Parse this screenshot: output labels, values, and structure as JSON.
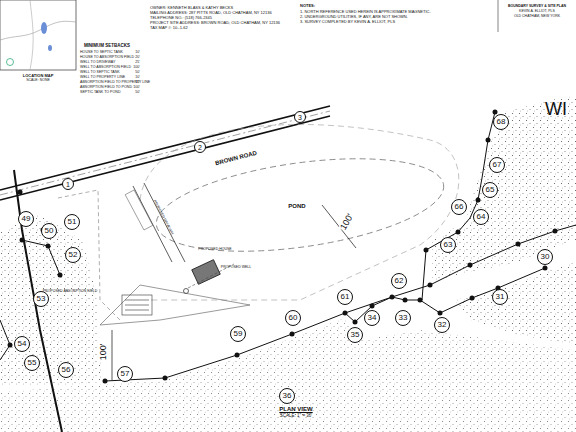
{
  "diagram": {
    "caption": "PLAN VIEW",
    "nodes": [
      {
        "text": [
          "1"
        ]
      },
      {
        "text": [
          "2"
        ]
      },
      {
        "text": [
          "3"
        ]
      },
      {
        "text": [
          "68"
        ]
      },
      {
        "text": [
          "67"
        ]
      },
      {
        "text": [
          "65"
        ]
      },
      {
        "text": [
          "66"
        ]
      },
      {
        "text": [
          "64"
        ]
      },
      {
        "text": [
          "63"
        ]
      },
      {
        "text": [
          "62"
        ]
      },
      {
        "text": [
          "61"
        ]
      },
      {
        "text": [
          "60"
        ]
      },
      {
        "text": [
          "59"
        ]
      },
      {
        "text": [
          "57"
        ]
      },
      {
        "text": [
          "56"
        ]
      },
      {
        "text": [
          "55"
        ]
      },
      {
        "text": [
          "54"
        ]
      },
      {
        "text": [
          "53"
        ]
      },
      {
        "text": [
          "52"
        ]
      },
      {
        "text": [
          "51"
        ]
      },
      {
        "text": [
          "50"
        ]
      },
      {
        "text": [
          "49"
        ]
      },
      {
        "text": [
          "35"
        ]
      },
      {
        "text": [
          "34"
        ]
      },
      {
        "text": [
          "33"
        ]
      },
      {
        "text": [
          "32"
        ]
      },
      {
        "text": [
          "31"
        ]
      },
      {
        "text": [
          "30"
        ]
      },
      {
        "text": [
          "36"
        ]
      }
    ],
    "labels": [
      "LOCATION MAP",
      "SCALE: NONE",
      "OWNER: KENNETH BLASS & KATHY BECKS",
      "MAILING ADDRESS: 287 PITTS ROAD, OLD CHATHAM, NY 12136",
      "TELEPHONE NO.: (518) 766-2345",
      "PROJECT SITE ADDRESS: BROWN ROAD, OLD CHATHAM, NY 12136",
      "TAX MAP #: 10.-1-62",
      "NOTES:",
      "1. NORTH REFERENCE USED HEREIN IS APPROXIMATE MAGNETIC.",
      "2. UNDERGROUND UTILITIES, IF ANY, ARE NOT SHOWN.",
      "3. SURVEY COMPLETED BY KEVIN A. ELLIOT, PLS",
      "MINIMUM SETBACKS",
      "HOUSE TO SEPTIC TANK",
      "10'",
      "HOUSE TO ABSORPTION FIELD",
      "20'",
      "WELL TO DRIVEWAY",
      "25'",
      "WELL TO ABSORPTION FIELD",
      "100'",
      "WELL TO SEPTIC TANK",
      "50'",
      "WELL TO PROPERTY LINE",
      "10'",
      "ABSORPTION FIELD TO PROPERTY LINE",
      "10'",
      "ABSORPTION FIELD TO POND",
      "100'",
      "SEPTIC TANK TO POND",
      "50'",
      "BROWN ROAD",
      "POND",
      "100'",
      "100'",
      "WI",
      "PROPOSED DRIVEWAY",
      "PROPOSED HOUSE",
      "PROPOSED WELL",
      "PROPOSED ABSORPTION FIELD",
      "SCALE: 1\" = 30'",
      "BOUNDARY SURVEY & SITE PLAN",
      "KEVIN A. ELLIOT, PLS",
      "OLD CHATHAM, NEW YORK"
    ]
  }
}
